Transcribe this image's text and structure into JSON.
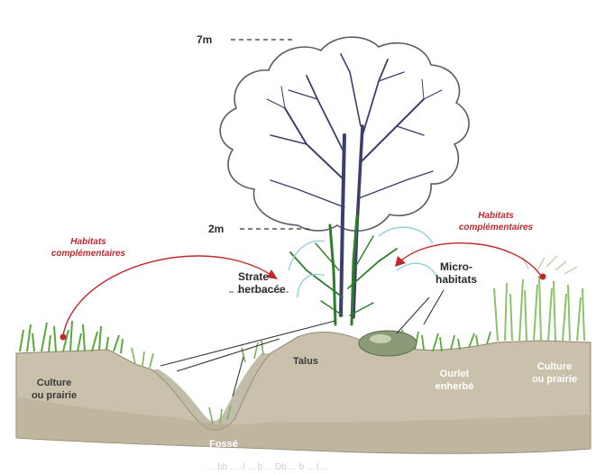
{
  "markers": {
    "height_top": "7m",
    "height_mid": "2m"
  },
  "labels": {
    "strate_line1": "Strate",
    "strate_line2": "herbacée",
    "micro_line1": "Micro-",
    "micro_line2": "habitats",
    "habitats_left_line1": "Habitats",
    "habitats_left_line2": "complémentaires",
    "habitats_right_line1": "Habitats",
    "habitats_right_line2": "complémentaires",
    "culture_left_line1": "Culture",
    "culture_left_line2": "ou prairie",
    "culture_right_line1": "Culture",
    "culture_right_line2": "ou prairie",
    "talus": "Talus",
    "ourlet_line1": "Ourlet",
    "ourlet_line2": "enherbé",
    "fosse": "Fossé"
  },
  "caption": "... bb ... ·l ... b ... Db ... b ... l ...",
  "colors": {
    "accent_red": "#c1272d",
    "soil": "#c9c1ab",
    "soil_dark": "#a89f86",
    "grass": "#5aa83c",
    "canopy_stroke": "#5a5a6a",
    "branches": "#3b3f6b",
    "shrub": "#2f7d2b"
  }
}
